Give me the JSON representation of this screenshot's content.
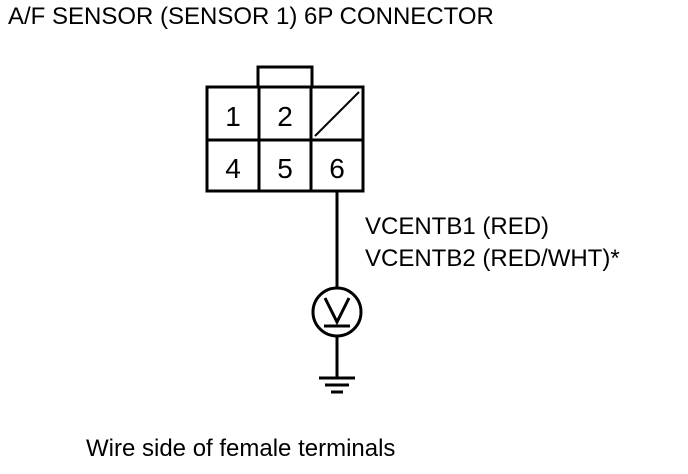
{
  "title": "A/F SENSOR (SENSOR 1) 6P CONNECTOR",
  "connector": {
    "terminals": [
      "1",
      "2",
      "",
      "4",
      "5",
      "6"
    ],
    "empty_terminal_marker": "slash"
  },
  "wire_labels": {
    "line1": "VCENTB1 (RED)",
    "line2": "VCENTB2 (RED/WHT)*"
  },
  "meter": {
    "symbol": "V"
  },
  "caption": "Wire side of female terminals",
  "colors": {
    "line": "#000000",
    "background": "#ffffff"
  }
}
